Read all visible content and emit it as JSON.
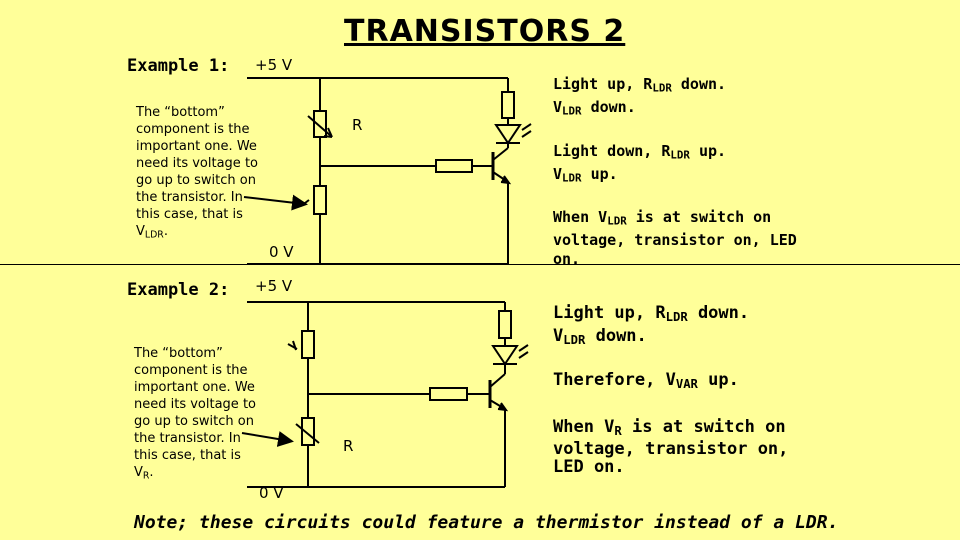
{
  "title": "TRANSISTORS 2",
  "example1": {
    "label": "Example 1:",
    "supply": "+5 V",
    "ground": "0 V",
    "resistor_label": "R",
    "explanation_pre": "The “bottom” component is the important one. We need its voltage to go up to switch on the transistor. In this case, that is V",
    "explanation_sub": "LDR",
    "explanation_post": ".",
    "notes": [
      {
        "pre": "Light up, R",
        "sub": "LDR",
        "post": " down.",
        "pre2": "V",
        "sub2": "LDR",
        "post2": " down."
      },
      {
        "pre": "Light down, R",
        "sub": "LDR",
        "post": " up.",
        "pre2": "V",
        "sub2": "LDR",
        "post2": " up."
      },
      {
        "pre": "When V",
        "sub": "LDR",
        "post": " is at switch on voltage, transistor on, LED on."
      }
    ]
  },
  "example2": {
    "label": "Example 2:",
    "supply": "+5 V",
    "ground": "0 V",
    "resistor_label": "R",
    "explanation_pre": "The “bottom” component is the important one. We need its voltage to go up to switch on the transistor. In this case, that is V",
    "explanation_sub": "R",
    "explanation_post": ".",
    "notes": [
      {
        "pre": "Light up, R",
        "sub": "LDR",
        "post": " down.",
        "pre2": "V",
        "sub2": "LDR",
        "post2": " down."
      },
      {
        "pre": "Therefore, V",
        "sub": "VAR",
        "post": " up."
      },
      {
        "pre": "When V",
        "sub": "R",
        "post": " is at switch on voltage, transistor on, LED on."
      }
    ]
  },
  "footer_note": "Note; these circuits could feature a thermistor instead of a LDR."
}
